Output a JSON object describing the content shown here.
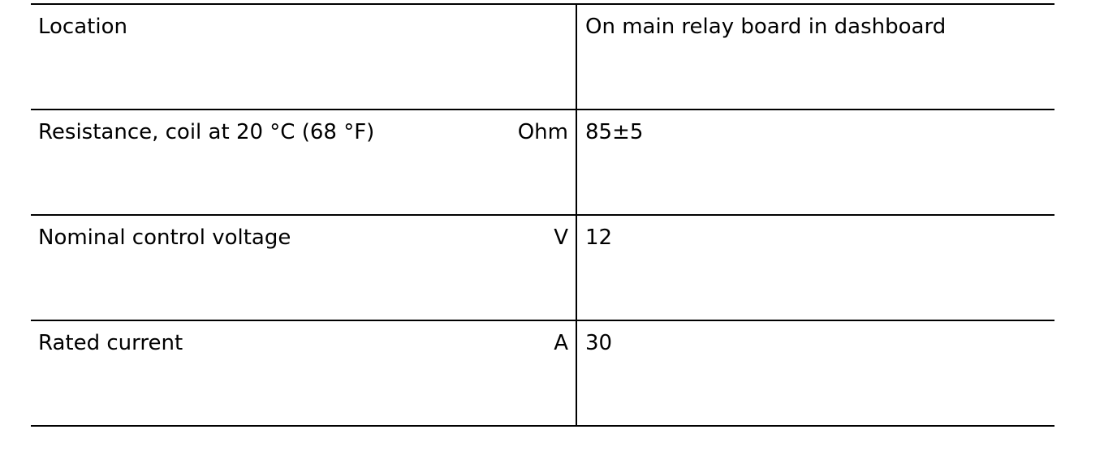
{
  "table": {
    "rows": [
      {
        "parameter": "Location",
        "unit": "",
        "value": "On main relay board in dashboard"
      },
      {
        "parameter": "Resistance, coil at 20 °C (68 °F)",
        "unit": "Ohm",
        "value": "85±5"
      },
      {
        "parameter": "Nominal control voltage",
        "unit": "V",
        "value": "12"
      },
      {
        "parameter": "Rated current",
        "unit": "A",
        "value": "30"
      }
    ]
  }
}
